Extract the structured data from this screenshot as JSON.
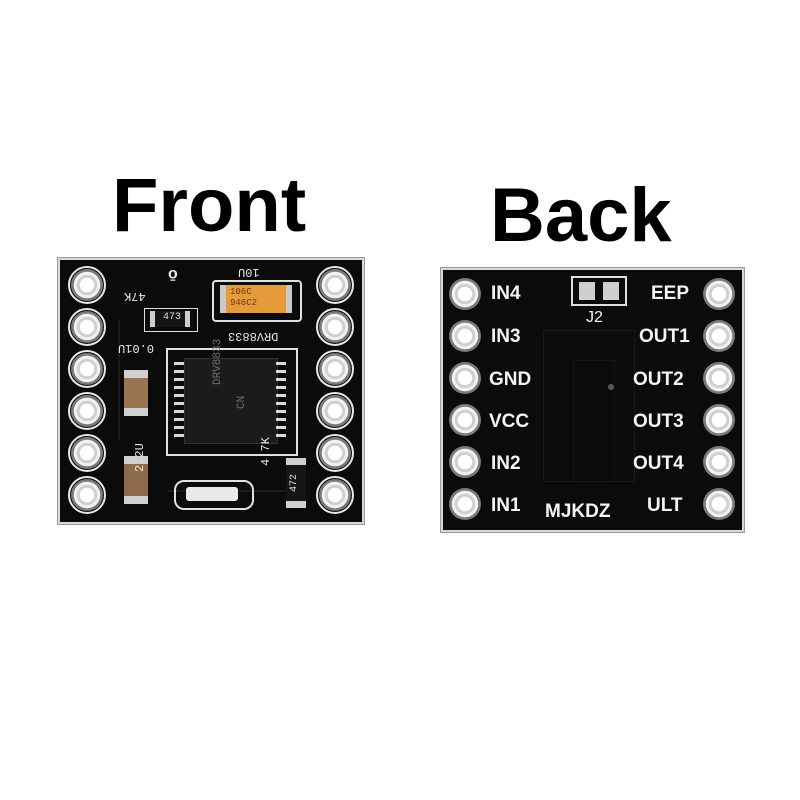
{
  "headings": {
    "front": "Front",
    "back": "Back"
  },
  "front_board": {
    "silkscreen": {
      "res_top": "47K",
      "res_top_code": "473",
      "cap_top": "10U",
      "tant_code_1": "106C",
      "tant_code_2": "946C2",
      "chip_name": "DRV8833",
      "chip_text_1": "DRV8833",
      "chip_text_2": "CN",
      "cap_left": "0.01U",
      "cap_bottom": "2.2U",
      "res_right": "4.7K",
      "res_right_code": "472"
    }
  },
  "back_board": {
    "left_pins": [
      "IN4",
      "IN3",
      "GND",
      "VCC",
      "IN2",
      "IN1"
    ],
    "right_pins": [
      "EEP",
      "OUT1",
      "OUT2",
      "OUT3",
      "OUT4",
      "ULT"
    ],
    "jumper_label": "J2",
    "brand": "MJKDZ"
  },
  "colors": {
    "pcb": "#0b0b0b",
    "silkscreen": "#f4f4f4",
    "tantalum": "#e59a3c",
    "background": "#ffffff"
  }
}
